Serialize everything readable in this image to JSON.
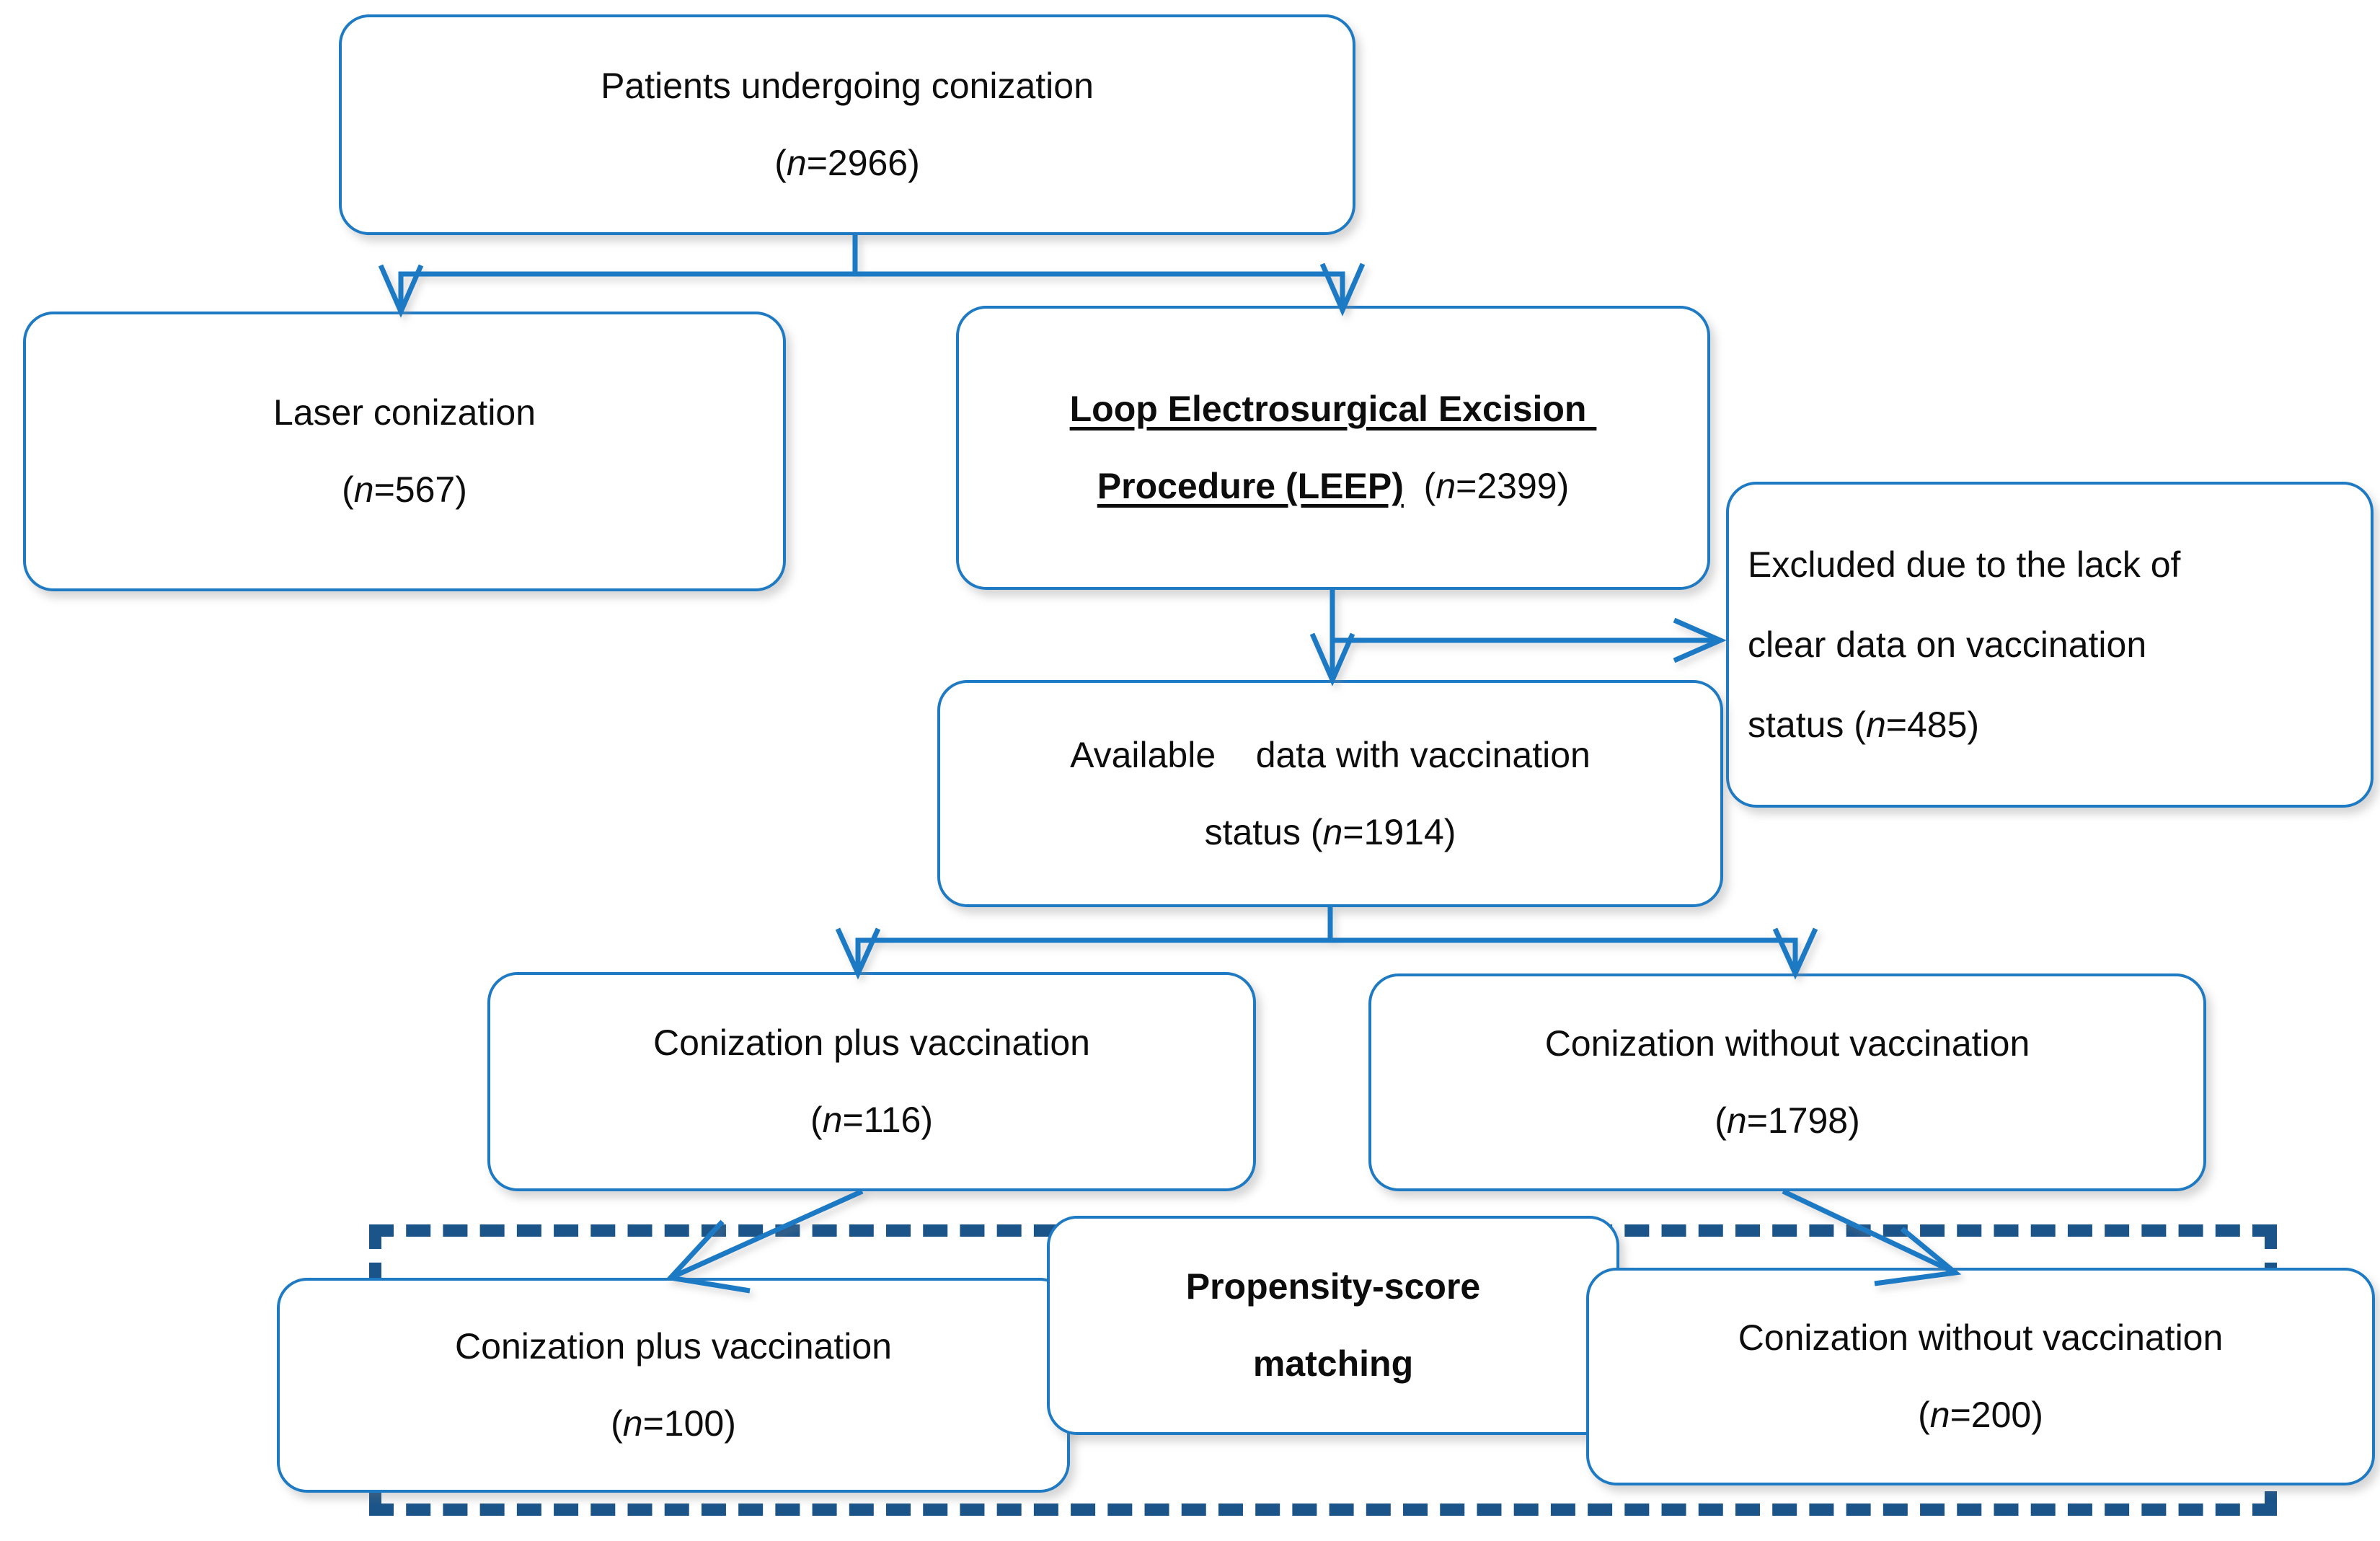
{
  "diagram": {
    "title": "Patient selection flow diagram for conization and HPV vaccination study",
    "colors": {
      "box_border": "#1F7AC4",
      "connector": "#1F7AC4",
      "dashed_frame": "#1B5489",
      "text": "#0D0D0D",
      "background": "#FFFFFF"
    },
    "nodes": {
      "total": {
        "line1": "Patients undergoing conization",
        "line2_prefix": "(",
        "line2_n": "n",
        "line2_suffix": "=2966)"
      },
      "laser": {
        "line1": "Laser conization",
        "line2_prefix": "(",
        "line2_n": "n",
        "line2_suffix": "=567)"
      },
      "leep": {
        "line1": "Loop Electrosurgical Excision ",
        "line2_underlined": "Procedure (LEEP)",
        "line2_gap": "  ",
        "line2_prefix": "(",
        "line2_n": "n",
        "line2_suffix": "=2399)"
      },
      "excluded": {
        "line1": "Excluded due to the lack of",
        "line2": "clear data on vaccination",
        "line3_prefix": "status (",
        "line3_n": "n",
        "line3_suffix": "=485)"
      },
      "available": {
        "line1": "Available    data with vaccination",
        "line2_prefix": "status (",
        "line2_n": "n",
        "line2_suffix": "=1914)"
      },
      "vacc_pre": {
        "line1": "Conization plus vaccination",
        "line2_prefix": "(",
        "line2_n": "n",
        "line2_suffix": "=116)"
      },
      "novacc_pre": {
        "line1": "Conization without vaccination",
        "line2_prefix": "(",
        "line2_n": "n",
        "line2_suffix": "=1798)"
      },
      "vacc_post": {
        "line1": "Conization plus vaccination",
        "line2_prefix": "(",
        "line2_n": "n",
        "line2_suffix": "=100)"
      },
      "psm": {
        "line1": "Propensity-score",
        "line2": "matching"
      },
      "novacc_post": {
        "line1": "Conization without vaccination",
        "line2_prefix": "(",
        "line2_n": "n",
        "line2_suffix": "=200)"
      }
    },
    "counts": {
      "total": 2966,
      "laser": 567,
      "leep": 2399,
      "excluded": 485,
      "available": 1914,
      "vaccinated_before_matching": 116,
      "unvaccinated_before_matching": 1798,
      "vaccinated_after_matching": 100,
      "unvaccinated_after_matching": 200
    }
  }
}
